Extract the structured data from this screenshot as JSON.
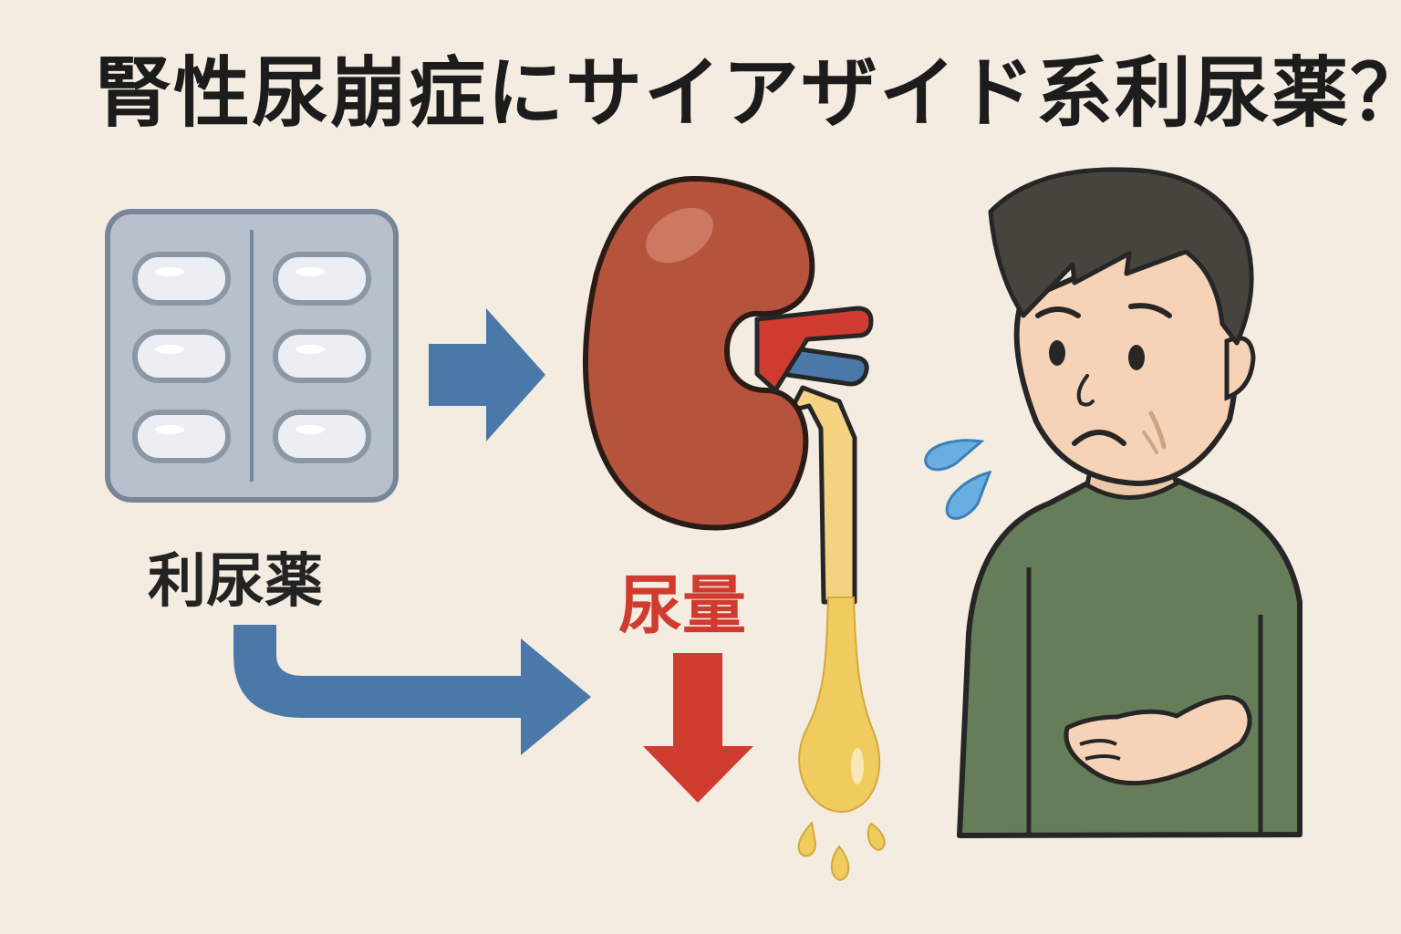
{
  "title": "腎性尿崩症にサイアザイド系利尿薬？",
  "labels": {
    "diuretic": "利尿薬",
    "urine_volume": "尿量"
  },
  "colors": {
    "background": "#f4ece1",
    "arrow_blue": "#4a78a8",
    "arrow_red": "#cf3b2f",
    "kidney": "#b5533c",
    "urine": "#f0cc5e",
    "shirt": "#667d59",
    "skin": "#f6d3b6",
    "hair": "#47433d",
    "tear": "#69aee0"
  },
  "icons": [
    "pill-blister-pack-icon",
    "kidney-icon",
    "right-arrow-icon",
    "down-arrow-icon",
    "urine-drop-icon",
    "sweat-drop-icon",
    "worried-man-icon"
  ]
}
